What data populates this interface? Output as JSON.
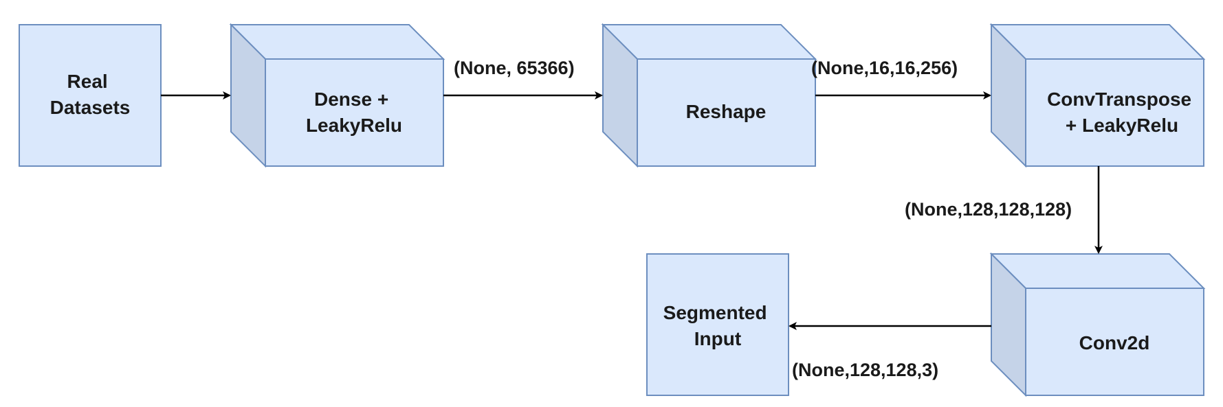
{
  "diagram": {
    "nodes": {
      "real_datasets": {
        "lines": [
          "Real",
          "Datasets"
        ]
      },
      "dense": {
        "lines": [
          "Dense +",
          "LeakyRelu"
        ]
      },
      "reshape": {
        "lines": [
          "Reshape"
        ]
      },
      "convtranspose": {
        "lines": [
          "ConvTranspose",
          "+ LeakyRelu"
        ]
      },
      "conv2d": {
        "lines": [
          "Conv2d"
        ]
      },
      "segmented": {
        "lines": [
          "Segmented",
          "Input"
        ]
      }
    },
    "edges": {
      "dense_to_reshape": "(None, 65366)",
      "reshape_to_convtranspose": "(None,16,16,256)",
      "convtranspose_to_conv2d": "(None,128,128,128)",
      "conv2d_to_segmented": "(None,128,128,3)"
    }
  }
}
